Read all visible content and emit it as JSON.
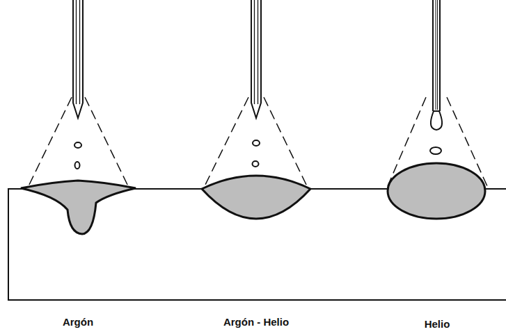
{
  "diagram": {
    "labels": [
      "Argón",
      "Argón - Helio",
      "Helio"
    ]
  }
}
